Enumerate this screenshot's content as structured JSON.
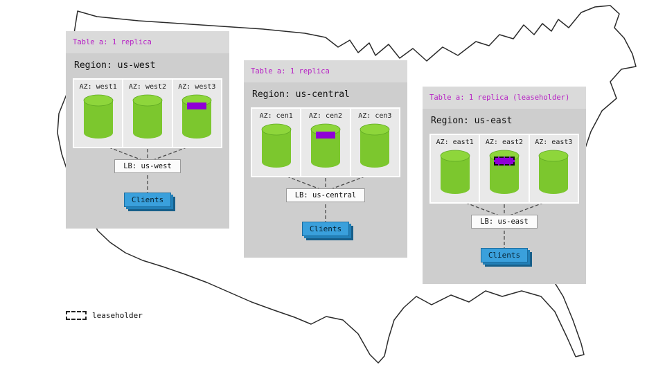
{
  "diagram": {
    "legend_label": "leaseholder"
  },
  "regions": [
    {
      "header": "Table a: 1 replica",
      "title": "Region: us-west",
      "lb": "LB: us-west",
      "clients": "Clients",
      "azs": [
        {
          "label": "AZ: west1",
          "band_class": "band band-none"
        },
        {
          "label": "AZ: west2",
          "band_class": "band band-none"
        },
        {
          "label": "AZ: west3",
          "band_class": "band band-replica"
        }
      ]
    },
    {
      "header": "Table a: 1 replica",
      "title": "Region: us-central",
      "lb": "LB: us-central",
      "clients": "Clients",
      "azs": [
        {
          "label": "AZ: cen1",
          "band_class": "band band-none"
        },
        {
          "label": "AZ: cen2",
          "band_class": "band band-replica"
        },
        {
          "label": "AZ: cen3",
          "band_class": "band band-none"
        }
      ]
    },
    {
      "header": "Table a: 1 replica (leaseholder)",
      "title": "Region: us-east",
      "lb": "LB: us-east",
      "clients": "Clients",
      "azs": [
        {
          "label": "AZ: east1",
          "band_class": "band band-none"
        },
        {
          "label": "AZ: east2",
          "band_class": "band band-leaseholder"
        },
        {
          "label": "AZ: east3",
          "band_class": "band band-none"
        }
      ]
    }
  ],
  "colors": {
    "header_text": "#b61fc4",
    "cylinder_green": "#7cc72e",
    "replica_purple": "#8f00d6",
    "clients_blue": "#3aa0dc"
  }
}
